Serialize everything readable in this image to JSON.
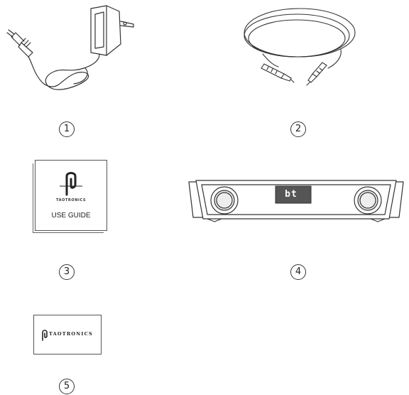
{
  "items": [
    {
      "number": "1",
      "name": "power adapter"
    },
    {
      "number": "2",
      "name": "audio cable"
    },
    {
      "number": "3",
      "name": "user guide"
    },
    {
      "number": "4",
      "name": "transmitter unit"
    },
    {
      "number": "5",
      "name": "card"
    }
  ],
  "booklet": {
    "brand": "TAOTRONICS",
    "title": "USE GUIDE"
  },
  "card": {
    "brand": "TAOTRONICS"
  },
  "device": {
    "display": "bt"
  }
}
